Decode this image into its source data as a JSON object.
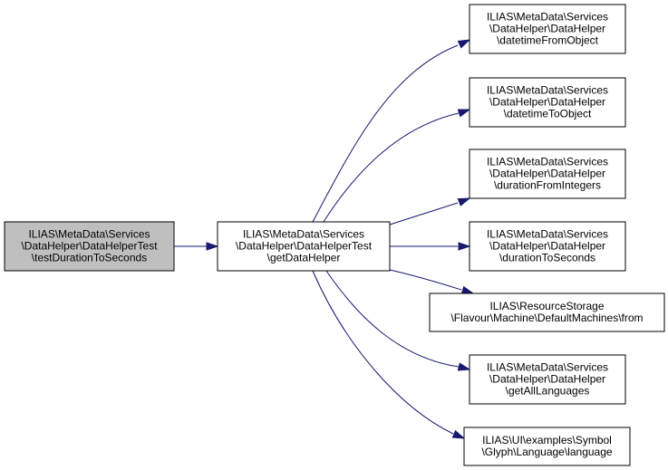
{
  "graph": {
    "edge_color": "#191970",
    "root_fill": "#bfbfbf",
    "nodes": [
      {
        "id": "test",
        "lines": [
          "ILIAS\\MetaData\\Services",
          "\\DataHelper\\DataHelperTest",
          "\\testDurationToSeconds"
        ]
      },
      {
        "id": "getter",
        "lines": [
          "ILIAS\\MetaData\\Services",
          "\\DataHelper\\DataHelperTest",
          "\\getDataHelper"
        ]
      },
      {
        "id": "dtFromObj",
        "lines": [
          "ILIAS\\MetaData\\Services",
          "\\DataHelper\\DataHelper",
          "\\datetimeFromObject"
        ]
      },
      {
        "id": "dtToObj",
        "lines": [
          "ILIAS\\MetaData\\Services",
          "\\DataHelper\\DataHelper",
          "\\datetimeToObject"
        ]
      },
      {
        "id": "durFromInt",
        "lines": [
          "ILIAS\\MetaData\\Services",
          "\\DataHelper\\DataHelper",
          "\\durationFromIntegers"
        ]
      },
      {
        "id": "durToSec",
        "lines": [
          "ILIAS\\MetaData\\Services",
          "\\DataHelper\\DataHelper",
          "\\durationToSeconds"
        ]
      },
      {
        "id": "from",
        "lines": [
          "ILIAS\\ResourceStorage",
          "\\Flavour\\Machine\\DefaultMachines\\from"
        ]
      },
      {
        "id": "langs",
        "lines": [
          "ILIAS\\MetaData\\Services",
          "\\DataHelper\\DataHelper",
          "\\getAllLanguages"
        ]
      },
      {
        "id": "language",
        "lines": [
          "ILIAS\\UI\\examples\\Symbol",
          "\\Glyph\\Language\\language"
        ]
      }
    ],
    "edges": [
      {
        "from": "test",
        "to": "getter"
      },
      {
        "from": "getter",
        "to": "dtFromObj"
      },
      {
        "from": "getter",
        "to": "dtToObj"
      },
      {
        "from": "getter",
        "to": "durFromInt"
      },
      {
        "from": "getter",
        "to": "durToSec"
      },
      {
        "from": "getter",
        "to": "from"
      },
      {
        "from": "getter",
        "to": "langs"
      },
      {
        "from": "getter",
        "to": "language"
      }
    ]
  }
}
